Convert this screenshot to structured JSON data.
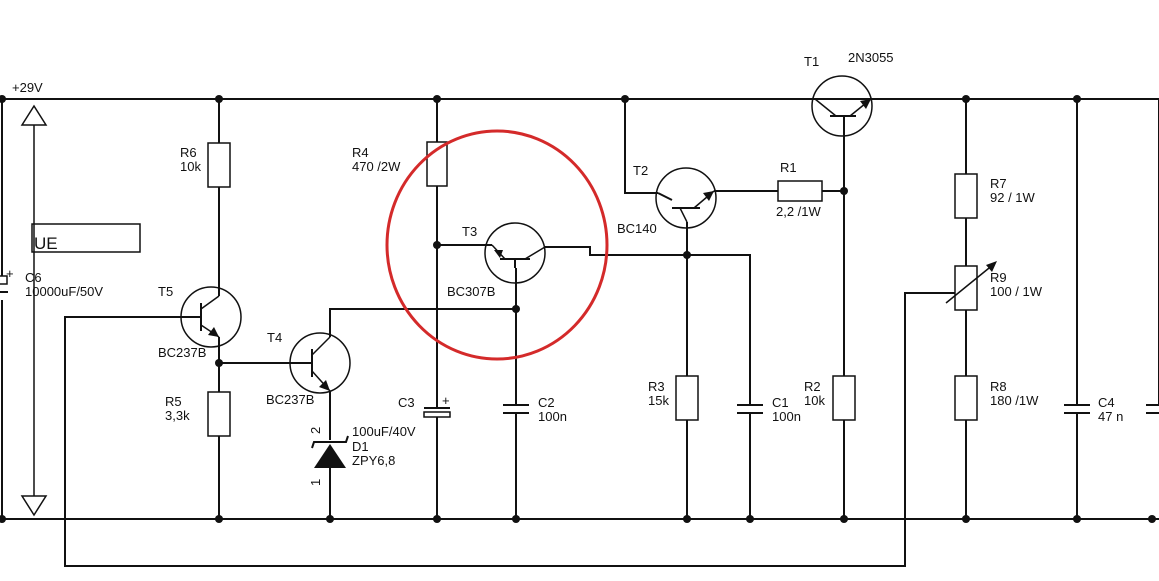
{
  "rails": {
    "vplus": "+29V",
    "ue": "UE"
  },
  "components": {
    "C6": {
      "ref": "C6",
      "value": "10000uF/50V"
    },
    "R6": {
      "ref": "R6",
      "value": "10k"
    },
    "T5": {
      "ref": "T5",
      "part": "BC237B"
    },
    "R5": {
      "ref": "R5",
      "value": "3,3k"
    },
    "T4": {
      "ref": "T4",
      "part": "BC237B"
    },
    "D1": {
      "ref": "D1",
      "part": "ZPY6,8",
      "pin_anode": "1",
      "pin_cathode": "2"
    },
    "R4": {
      "ref": "R4",
      "value": "470 /2W"
    },
    "C3": {
      "ref": "C3",
      "value": "100uF/40V"
    },
    "T3": {
      "ref": "T3",
      "part": "BC307B"
    },
    "C2": {
      "ref": "C2",
      "value": "100n"
    },
    "T2": {
      "ref": "T2",
      "part": "BC140"
    },
    "R3": {
      "ref": "R3",
      "value": "15k"
    },
    "C1": {
      "ref": "C1",
      "value": "100n"
    },
    "R1": {
      "ref": "R1",
      "value": "2,2 /1W"
    },
    "T1": {
      "ref": "T1",
      "part": "2N3055"
    },
    "R2": {
      "ref": "R2",
      "value": "10k"
    },
    "R7": {
      "ref": "R7",
      "value": "92 / 1W"
    },
    "R9": {
      "ref": "R9",
      "value": "100 / 1W"
    },
    "R8": {
      "ref": "R8",
      "value": "180 /1W"
    },
    "C4": {
      "ref": "C4",
      "value": "47 n"
    }
  },
  "annotation": {
    "color": "#d42a2a",
    "target": "T3"
  },
  "colors": {
    "wire": "#111111",
    "background": "#ffffff"
  }
}
